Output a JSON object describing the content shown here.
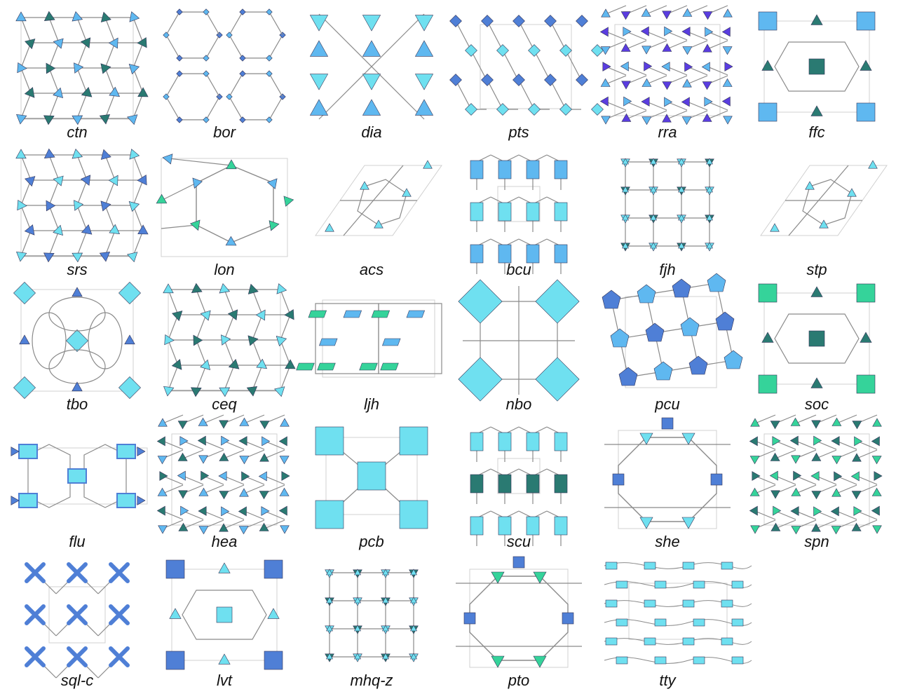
{
  "figure": {
    "colors": {
      "cyan": "#6fe0f0",
      "sky": "#5fb8f0",
      "blue": "#4f7fd6",
      "teal": "#2a7a72",
      "green": "#35d39a",
      "violet": "#5a3de0",
      "edge": "#8a8a8a",
      "cell": "#d0d0d0"
    },
    "nets": [
      {
        "label": "ctn",
        "motif": "tri",
        "colors": [
          "teal",
          "sky"
        ]
      },
      {
        "label": "bor",
        "motif": "ring-small",
        "colors": [
          "sky",
          "blue"
        ]
      },
      {
        "label": "dia",
        "motif": "hourglass",
        "colors": [
          "sky",
          "cyan"
        ]
      },
      {
        "label": "pts",
        "motif": "diamond-grid",
        "colors": [
          "blue",
          "cyan"
        ]
      },
      {
        "label": "rra",
        "motif": "dense",
        "colors": [
          "violet",
          "sky"
        ]
      },
      {
        "label": "ffc",
        "motif": "square-ring",
        "colors": [
          "sky",
          "teal"
        ]
      },
      {
        "label": "srs",
        "motif": "tri",
        "colors": [
          "blue",
          "cyan"
        ]
      },
      {
        "label": "lon",
        "motif": "hex-tri",
        "colors": [
          "green",
          "sky"
        ]
      },
      {
        "label": "acs",
        "motif": "hex-open",
        "colors": [
          "cyan",
          "cyan"
        ]
      },
      {
        "label": "bcu",
        "motif": "brick",
        "colors": [
          "sky",
          "cyan"
        ]
      },
      {
        "label": "fjh",
        "motif": "star",
        "colors": [
          "teal",
          "cyan"
        ]
      },
      {
        "label": "stp",
        "motif": "hex-open",
        "colors": [
          "cyan",
          "cyan"
        ]
      },
      {
        "label": "tbo",
        "motif": "petal",
        "colors": [
          "cyan",
          "blue"
        ]
      },
      {
        "label": "ceq",
        "motif": "tri",
        "colors": [
          "teal",
          "cyan"
        ]
      },
      {
        "label": "ljh",
        "motif": "slab",
        "colors": [
          "green",
          "sky"
        ]
      },
      {
        "label": "nbo",
        "motif": "big-diamond",
        "colors": [
          "cyan",
          "cyan"
        ]
      },
      {
        "label": "pcu",
        "motif": "octa",
        "colors": [
          "sky",
          "blue"
        ]
      },
      {
        "label": "soc",
        "motif": "square-ring",
        "colors": [
          "green",
          "teal"
        ]
      },
      {
        "label": "flu",
        "motif": "hex-box",
        "colors": [
          "cyan",
          "blue"
        ]
      },
      {
        "label": "hea",
        "motif": "dense",
        "colors": [
          "teal",
          "sky"
        ]
      },
      {
        "label": "pcb",
        "motif": "big-square",
        "colors": [
          "cyan",
          "cyan"
        ]
      },
      {
        "label": "scu",
        "motif": "brick",
        "colors": [
          "cyan",
          "teal"
        ]
      },
      {
        "label": "she",
        "motif": "octagon",
        "colors": [
          "blue",
          "cyan"
        ]
      },
      {
        "label": "spn",
        "motif": "dense",
        "colors": [
          "teal",
          "green"
        ]
      },
      {
        "label": "sql-c",
        "motif": "cross",
        "colors": [
          "blue",
          "sky"
        ]
      },
      {
        "label": "lvt",
        "motif": "square-ring",
        "colors": [
          "blue",
          "cyan"
        ]
      },
      {
        "label": "mhq-z",
        "motif": "star",
        "colors": [
          "teal",
          "cyan"
        ]
      },
      {
        "label": "pto",
        "motif": "octagon",
        "colors": [
          "blue",
          "green"
        ]
      },
      {
        "label": "tty",
        "motif": "wave",
        "colors": [
          "cyan",
          "cyan"
        ]
      }
    ]
  }
}
